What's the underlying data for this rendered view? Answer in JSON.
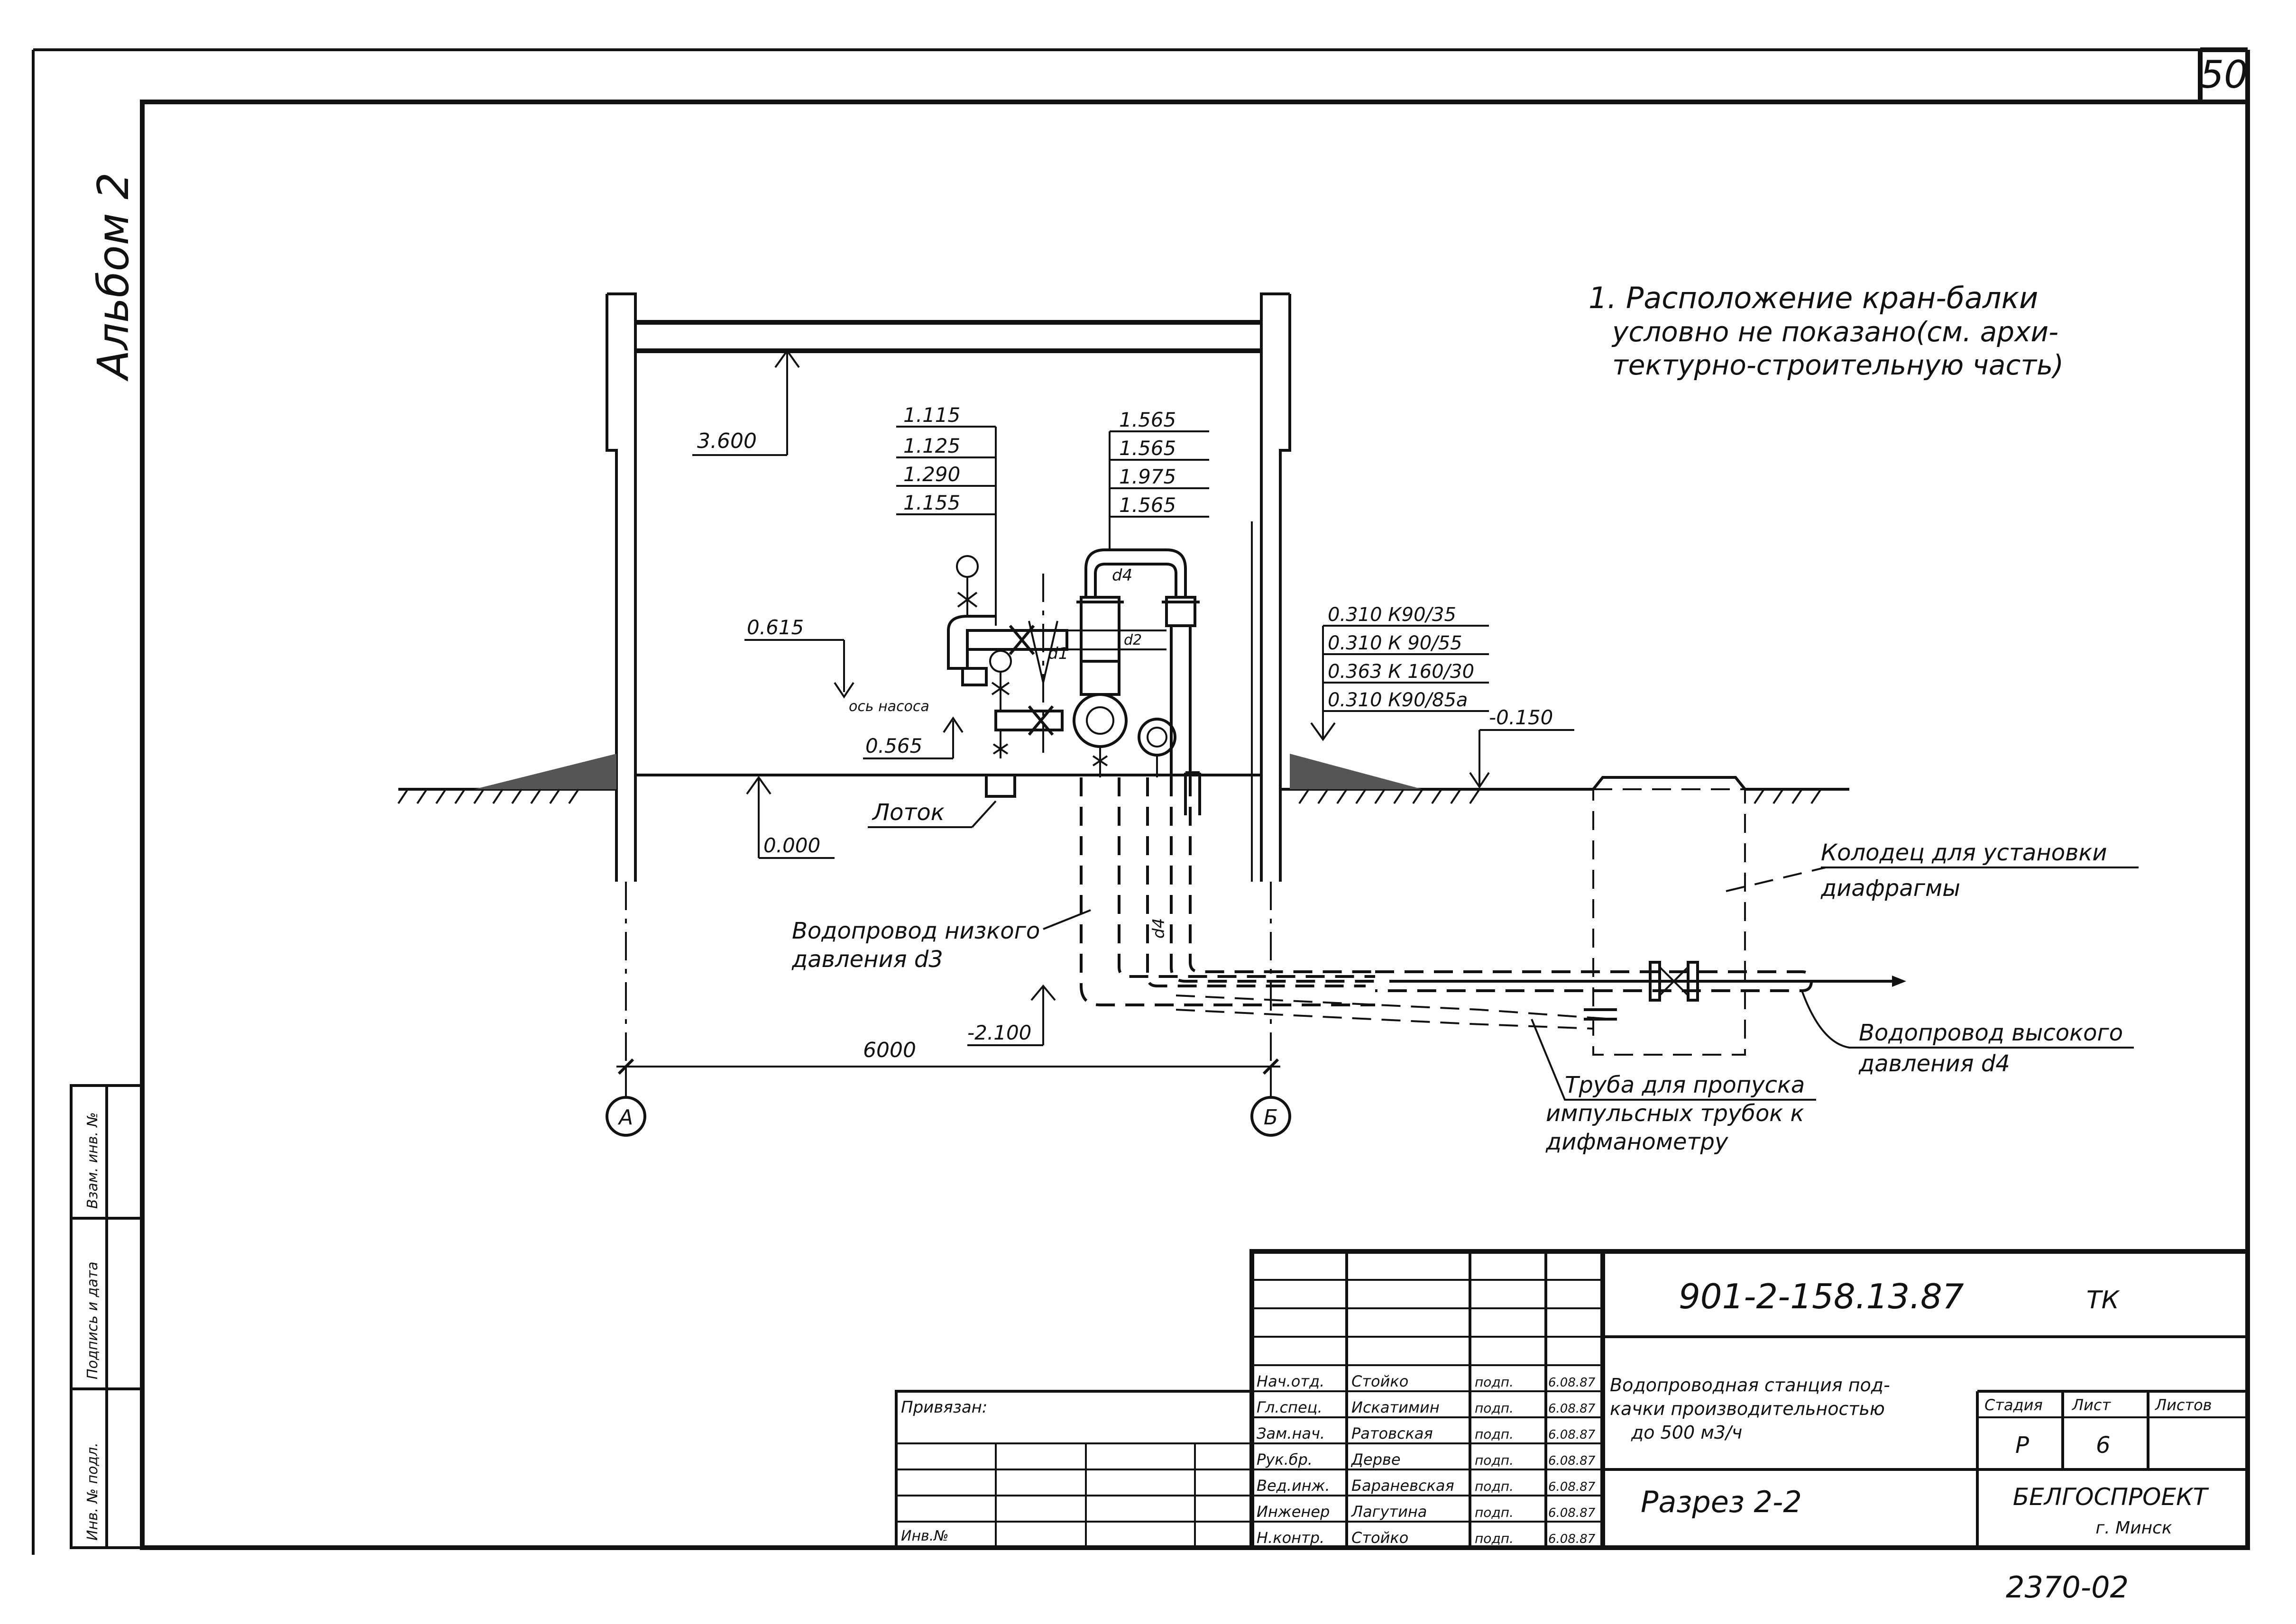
{
  "sheet": {
    "sheet_number": "50",
    "album_label": "Альбом 2",
    "bottom_code": "2370-02"
  },
  "note": {
    "lines": [
      "1. Расположение кран-балки",
      "условно не показано(см. архи-",
      "тектурно-строительную часть)"
    ]
  },
  "elevations": {
    "beam": "3.600",
    "pump_axis_upper": "0.615",
    "pump_axis_label": "ось насоса",
    "pump_axis_lower": "0.565",
    "floor": "0.000",
    "bottom": "-2.100",
    "ground_right": "-0.150",
    "left_stack": [
      "1.115",
      "1.125",
      "1.290",
      "1.155"
    ],
    "mid_stack": [
      "1.565",
      "1.565",
      "1.975",
      "1.565"
    ],
    "right_stack": [
      "0.310  К90/35",
      "0.310  К 90/55",
      "0.363  К 160/30",
      "0.310  К90/85а"
    ]
  },
  "labels": {
    "trough": "Лоток",
    "low_pressure_1": "Водопровод низкого",
    "low_pressure_2": "давления d3",
    "well_1": "Колодец для установки",
    "well_2": "диафрагмы",
    "high_pressure_1": "Водопровод высокого",
    "high_pressure_2": "давления d4",
    "tube_1": "Труба для пропуска",
    "tube_2": "импульсных трубок к",
    "tube_3": "дифманометру",
    "d4_top": "d4",
    "d4_side": "d4",
    "d1": "d1",
    "d2": "d2",
    "dimension": "6000",
    "axis_a": "А",
    "axis_b": "Б"
  },
  "side_stamp": {
    "col1": "Инв. № подл.",
    "col2": "Подпись и дата",
    "col3": "Взам. инв. №"
  },
  "title_block": {
    "doc_code": "901-2-158.13.87",
    "doc_mark": "ТК",
    "binding_label": "Привязан:",
    "inv_label": "Инв.№",
    "roles": [
      "Нач.отд.",
      "Гл.спец.",
      "Зам.нач.",
      "Рук.бр.",
      "Вед.инж.",
      "Инженер",
      "Н.контр."
    ],
    "names": [
      "Стойко",
      "Искатимин",
      "Ратовская",
      "Дерве",
      "Бараневская",
      "Лагутина",
      "Стойко"
    ],
    "signatures": [
      "подп.",
      "подп.",
      "подп.",
      "подп.",
      "подп.",
      "подп.",
      "подп."
    ],
    "dates": [
      "6.08.87",
      "6.08.87",
      "6.08.87",
      "6.08.87",
      "6.08.87",
      "6.08.87",
      "6.08.87"
    ],
    "project_line1": "Водопроводная станция под-",
    "project_line2": "качки производительностью",
    "project_line3": "до 500 м3/ч",
    "sheet_title": "Разрез 2-2",
    "stage_header": "Стадия",
    "sheet_header": "Лист",
    "sheets_header": "Листов",
    "stage_value": "Р",
    "sheet_value": "6",
    "sheets_value": "",
    "org_name": "БЕЛГОСПРОЕКТ",
    "org_city": "г. Минск"
  }
}
